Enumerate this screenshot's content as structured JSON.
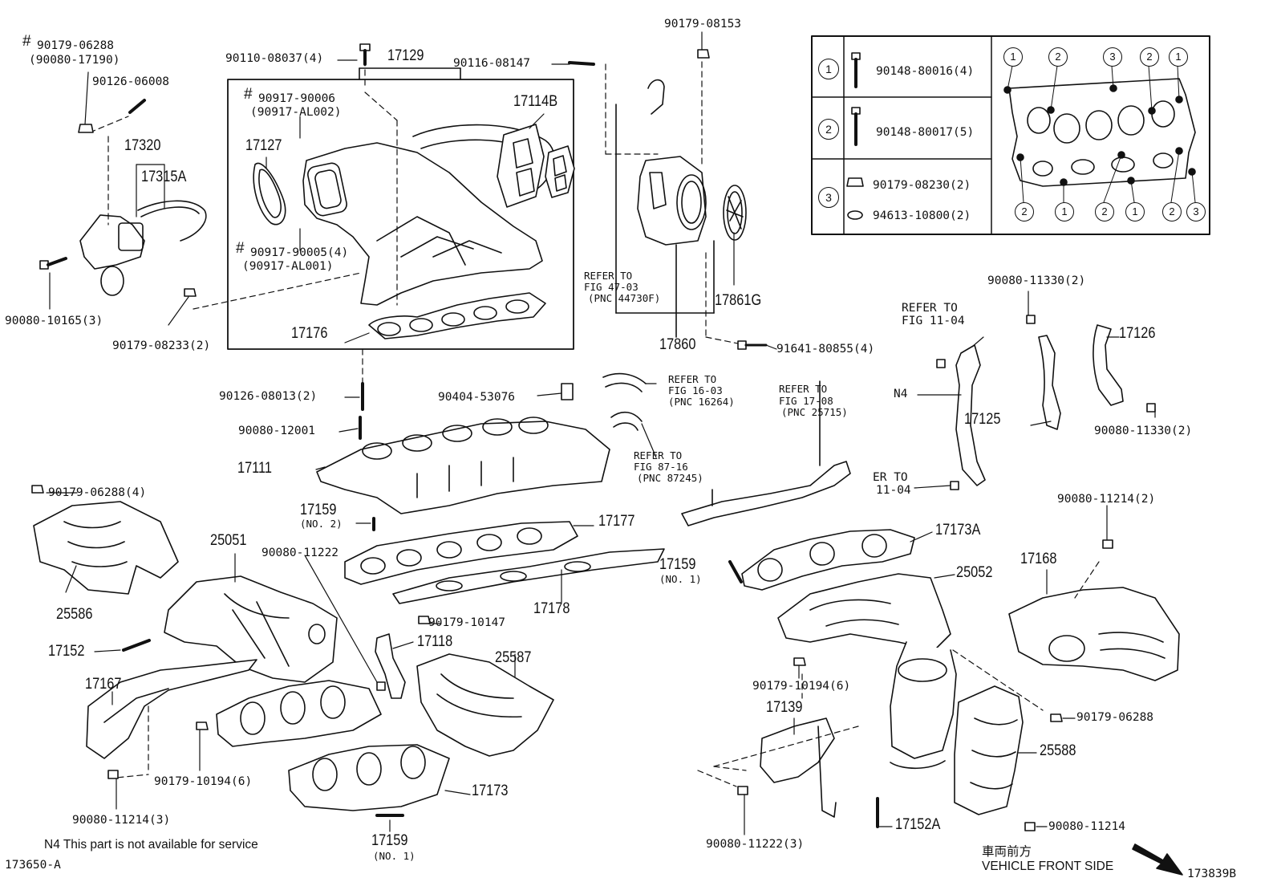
{
  "diagram": {
    "labels": {
      "p1": "90179-06288",
      "p1b": "(90080-17190)",
      "p2": "90126-06008",
      "p3": "17320",
      "p4": "17315A",
      "p5": "90080-10165(3)",
      "p6": "90179-08233(2)",
      "p7": "90110-08037(4)",
      "p8": "17129",
      "p9": "90917-90006",
      "p9b": "(90917-AL002)",
      "p10": "17127",
      "p11": "90917-90005(4)",
      "p11b": "(90917-AL001)",
      "p12": "17114B",
      "p13": "17176",
      "p14": "90116-08147",
      "p15": "90179-08153",
      "p16a": "REFER TO",
      "p16b": "FIG 47-03",
      "p16c": "(PNC 44730F)",
      "p17": "17861G",
      "p18": "17860",
      "p19": "91641-80855(4)",
      "p20": "90126-08013(2)",
      "p21": "90080-12001",
      "p22": "17111",
      "p23": "90404-53076",
      "p24a": "REFER TO",
      "p24b": "FIG 16-03",
      "p24c": "(PNC 16264)",
      "p25a": "REFER TO",
      "p25b": "FIG 87-16",
      "p25c": "(PNC 87245)",
      "p26a": "REFER TO",
      "p26b": "FIG 17-08",
      "p26c": "(PNC 25715)",
      "p27": "17159",
      "p27b": "(NO. 2)",
      "p28": "17177",
      "p29": "17178",
      "p30": "90179-06288(4)",
      "p31": "25051",
      "p32": "90080-11222",
      "p33": "25586",
      "p34": "17152",
      "p35": "90179-10147",
      "p36": "17118",
      "p37": "25587",
      "p38": "17167",
      "p39": "90179-10194(6)",
      "p40": "90080-11214(3)",
      "p41": "17173",
      "p42": "17159",
      "p42b": "(NO. 1)",
      "p43a": "REFER TO",
      "p43b": "FIG 11-04",
      "p44": "N4",
      "p45a": "ER TO",
      "p45b": "11-04",
      "p46": "90080-11330(2)",
      "p47": "17126",
      "p48": "17125",
      "p49": "90080-11330(2)",
      "p50": "90080-11214(2)",
      "p51": "17173A",
      "p52": "17159",
      "p52b": "(NO. 1)",
      "p53": "25052",
      "p54": "17168",
      "p55": "90179-10194(6)",
      "p56": "17139",
      "p57": "90179-06288",
      "p58": "25588",
      "p59": "90080-11222(3)",
      "p60": "17152A",
      "p61": "90080-11214"
    },
    "hash_mark": "#",
    "legend": {
      "rows": [
        {
          "num": "1",
          "part": "90148-80016(4)"
        },
        {
          "num": "2",
          "part": "90148-80017(5)"
        },
        {
          "num": "3",
          "part": "90179-08230(2)",
          "part2": "94613-10800(2)"
        }
      ],
      "gasket_top_nums": [
        "1",
        "2",
        "3",
        "2",
        "1"
      ],
      "gasket_bottom_nums": [
        "2",
        "1",
        "2",
        "1",
        "2",
        "3"
      ]
    },
    "footer": {
      "note": "N4  This part is not available for service",
      "fig_left": "173650-A",
      "direction_jp": "車両前方",
      "direction_en": "VEHICLE FRONT SIDE",
      "fig_right": "173839B"
    }
  }
}
